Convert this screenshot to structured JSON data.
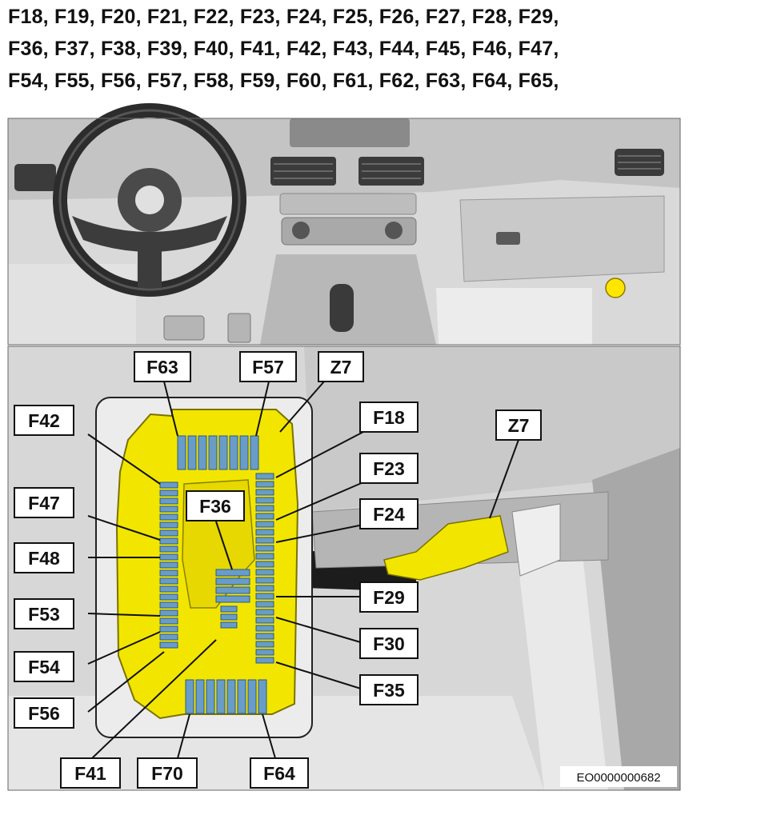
{
  "heading": {
    "lines": [
      "F18, F19, F20, F21, F22, F23, F24, F25, F26, F27, F28, F29,",
      "F36, F37, F38, F39, F40, F41, F42, F43, F44, F45, F46, F47,",
      "F54, F55, F56, F57, F58, F59, F60, F61, F62, F63, F64, F65,"
    ]
  },
  "callouts": {
    "f63": "F63",
    "f57": "F57",
    "z7_top": "Z7",
    "f42": "F42",
    "f18": "F18",
    "f23": "F23",
    "f47": "F47",
    "f36": "F36",
    "f24": "F24",
    "z7_right": "Z7",
    "f48": "F48",
    "f29": "F29",
    "f53": "F53",
    "f30": "F30",
    "f54": "F54",
    "f35": "F35",
    "f56": "F56",
    "f41": "F41",
    "f70": "F70",
    "f64": "F64"
  },
  "reference_code": "EO0000000682",
  "colors": {
    "fuse_box_yellow": "#f2e600",
    "fuse_blue": "#6a9cc8",
    "marker_yellow": "#ffe600",
    "panel_gray": "#cfcfcf"
  }
}
